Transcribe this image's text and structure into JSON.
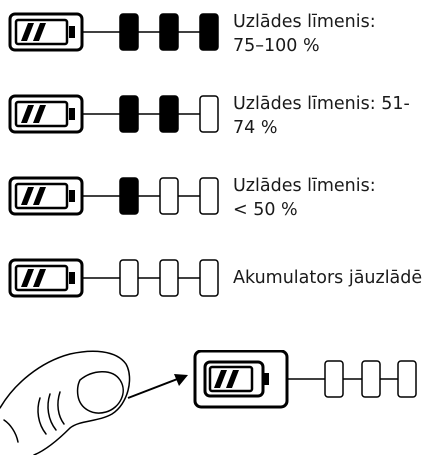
{
  "rows": [
    {
      "level_segments": 3,
      "label": "Uzlādes līmenis:\n75–100 %"
    },
    {
      "level_segments": 2,
      "label": "Uzlādes līmenis: 51-\n74 %"
    },
    {
      "level_segments": 1,
      "label": "Uzlādes līmenis:\n< 50 %"
    },
    {
      "level_segments": 0,
      "label": "Akumulators jāuzlādē"
    }
  ],
  "bottom": {
    "icon": "battery-button-icon",
    "level_segments": 0
  },
  "icons": {
    "battery": "battery-icon",
    "finger": "finger-icon",
    "arrow": "arrow-right-icon"
  }
}
